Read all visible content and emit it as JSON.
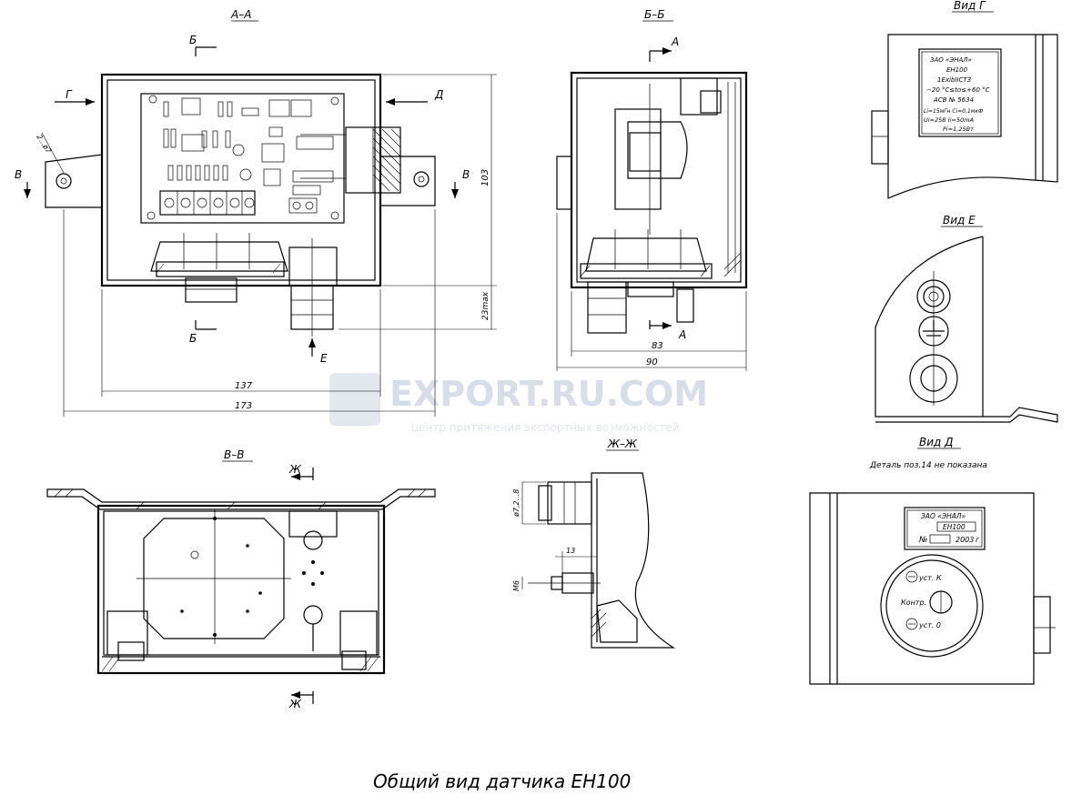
{
  "views": {
    "aa": "А–А",
    "bb": "Б–Б",
    "vv": "В–В",
    "zhzh": "Ж–Ж",
    "vid_g": "Вид  Г",
    "vid_e": "Вид  Е",
    "vid_d": "Вид  Д"
  },
  "markers": {
    "b": "Б",
    "g": "Г",
    "d": "Д",
    "v": "В",
    "a": "А",
    "e": "Е",
    "zh": "Ж"
  },
  "dims": {
    "d137": "137",
    "d173": "173",
    "d103": "103",
    "d23": "23max",
    "d83": "83",
    "d90": "90",
    "d2o7": "2...ø7",
    "d72": "ø7,2...8",
    "d13": "13",
    "dm6": "M6"
  },
  "plate_g": {
    "l1": "ЗАО «ЭНАЛ»",
    "l2": "ЕН100",
    "l3": "1ExibIICT3",
    "l4": "−20 °C≤to≤+60 °C",
    "l5": "АСВ  № 5634",
    "l6": "Li=15мГн  Ci=0,1мкФ",
    "l7": "Ui=25В    Ii=50mA",
    "l8": "Pi=1,25Вт"
  },
  "plate_d": {
    "l1": "ЗАО «ЭНАЛ»",
    "l2": "ЕН100",
    "num": "№",
    "year": "2003",
    "g": "г"
  },
  "dial": {
    "k": "уст. К",
    "kontr": "Контр.",
    "o": "уст. 0"
  },
  "note_d": "Деталь  поз.14    не  показана",
  "caption": "Общий вид датчика ЕН100",
  "watermark": {
    "main": "EXPORT.RU.COM",
    "sub": "центр притяжения экспортных возможностей"
  }
}
